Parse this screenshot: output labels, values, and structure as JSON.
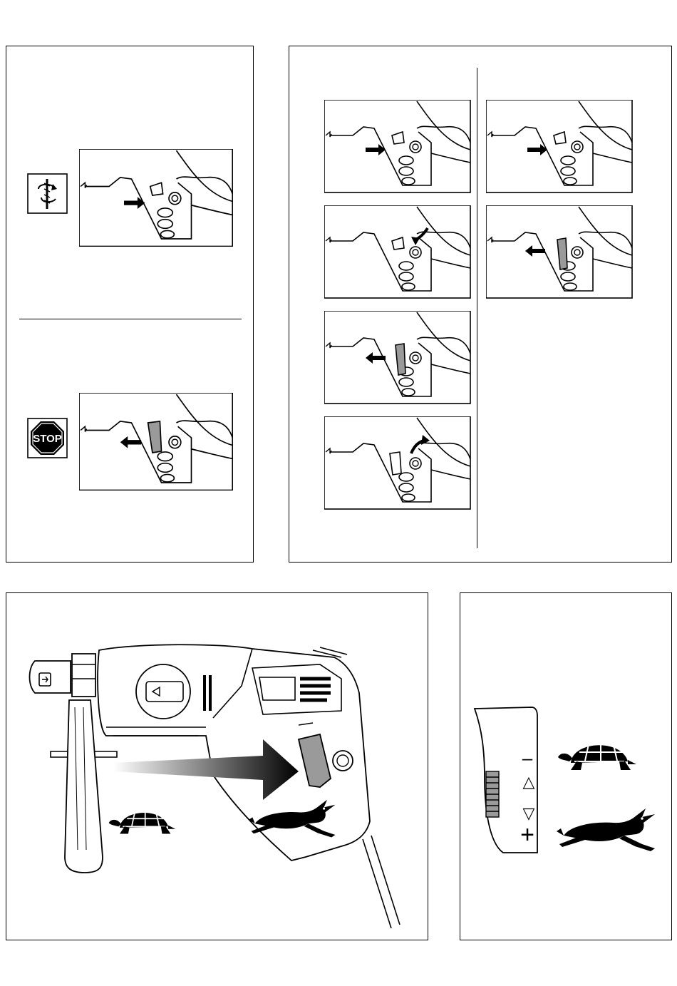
{
  "panels": {
    "trigger_lock": {
      "on_icon": "rotation-drill-icon",
      "off_icon": "stop-sign-icon",
      "stop_text": "STOP"
    },
    "lock_sequence": {
      "left_steps": 4,
      "right_steps": 2
    },
    "drill_overview": {
      "slow_icon": "tortoise-icon",
      "fast_icon": "hare-icon",
      "chuck_icon": "arrow-right-in-box-icon"
    },
    "speed_wheel": {
      "minus_symbol": "–",
      "plus_symbol": "+",
      "up_triangle": "△",
      "down_triangle": "▽",
      "slow_icon": "tortoise-icon",
      "fast_icon": "hare-icon"
    }
  },
  "colors": {
    "ink": "#000000",
    "shade": "#9a9a9a",
    "paper": "#ffffff"
  }
}
